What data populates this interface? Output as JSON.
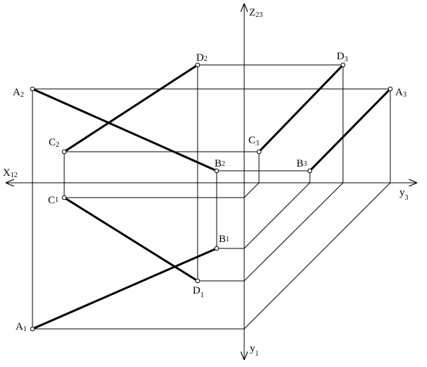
{
  "axes": {
    "x": {
      "letter": "X",
      "sub": "12"
    },
    "z": {
      "letter": "Z",
      "sub": "23"
    },
    "y3": {
      "letter": "y",
      "sub": "3"
    },
    "y1": {
      "letter": "y",
      "sub": "1"
    }
  },
  "points": {
    "A2": {
      "letter": "A",
      "sub": "2"
    },
    "A3": {
      "letter": "A",
      "sub": "3"
    },
    "A1": {
      "letter": "A",
      "sub": "1"
    },
    "B2": {
      "letter": "B",
      "sub": "2"
    },
    "B3": {
      "letter": "B",
      "sub": "3"
    },
    "B1": {
      "letter": "B",
      "sub": "1"
    },
    "C2": {
      "letter": "C",
      "sub": "2"
    },
    "C3": {
      "letter": "C",
      "sub": "3"
    },
    "C1": {
      "letter": "C",
      "sub": "1"
    },
    "D2": {
      "letter": "D",
      "sub": "2"
    },
    "D3": {
      "letter": "D",
      "sub": "3"
    },
    "D1": {
      "letter": "D",
      "sub": "1"
    }
  },
  "colors": {
    "ink": "#000000",
    "background": "#ffffff"
  }
}
